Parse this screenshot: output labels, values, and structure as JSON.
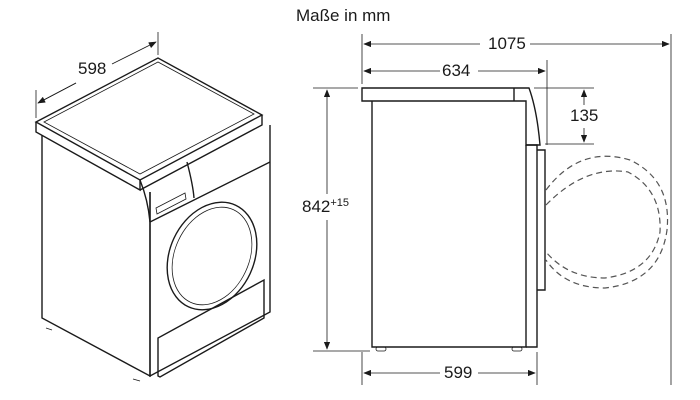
{
  "title": "Maße in mm",
  "iso_view": {
    "width_label": "598"
  },
  "side_view": {
    "total_depth_label": "1075",
    "depth_label": "634",
    "control_panel_height_label": "135",
    "height_label": "842",
    "height_tolerance_label": "+15",
    "base_depth_label": "599"
  },
  "colors": {
    "line": "#1a1a1a",
    "background": "#ffffff",
    "door_dash": "#555555"
  }
}
